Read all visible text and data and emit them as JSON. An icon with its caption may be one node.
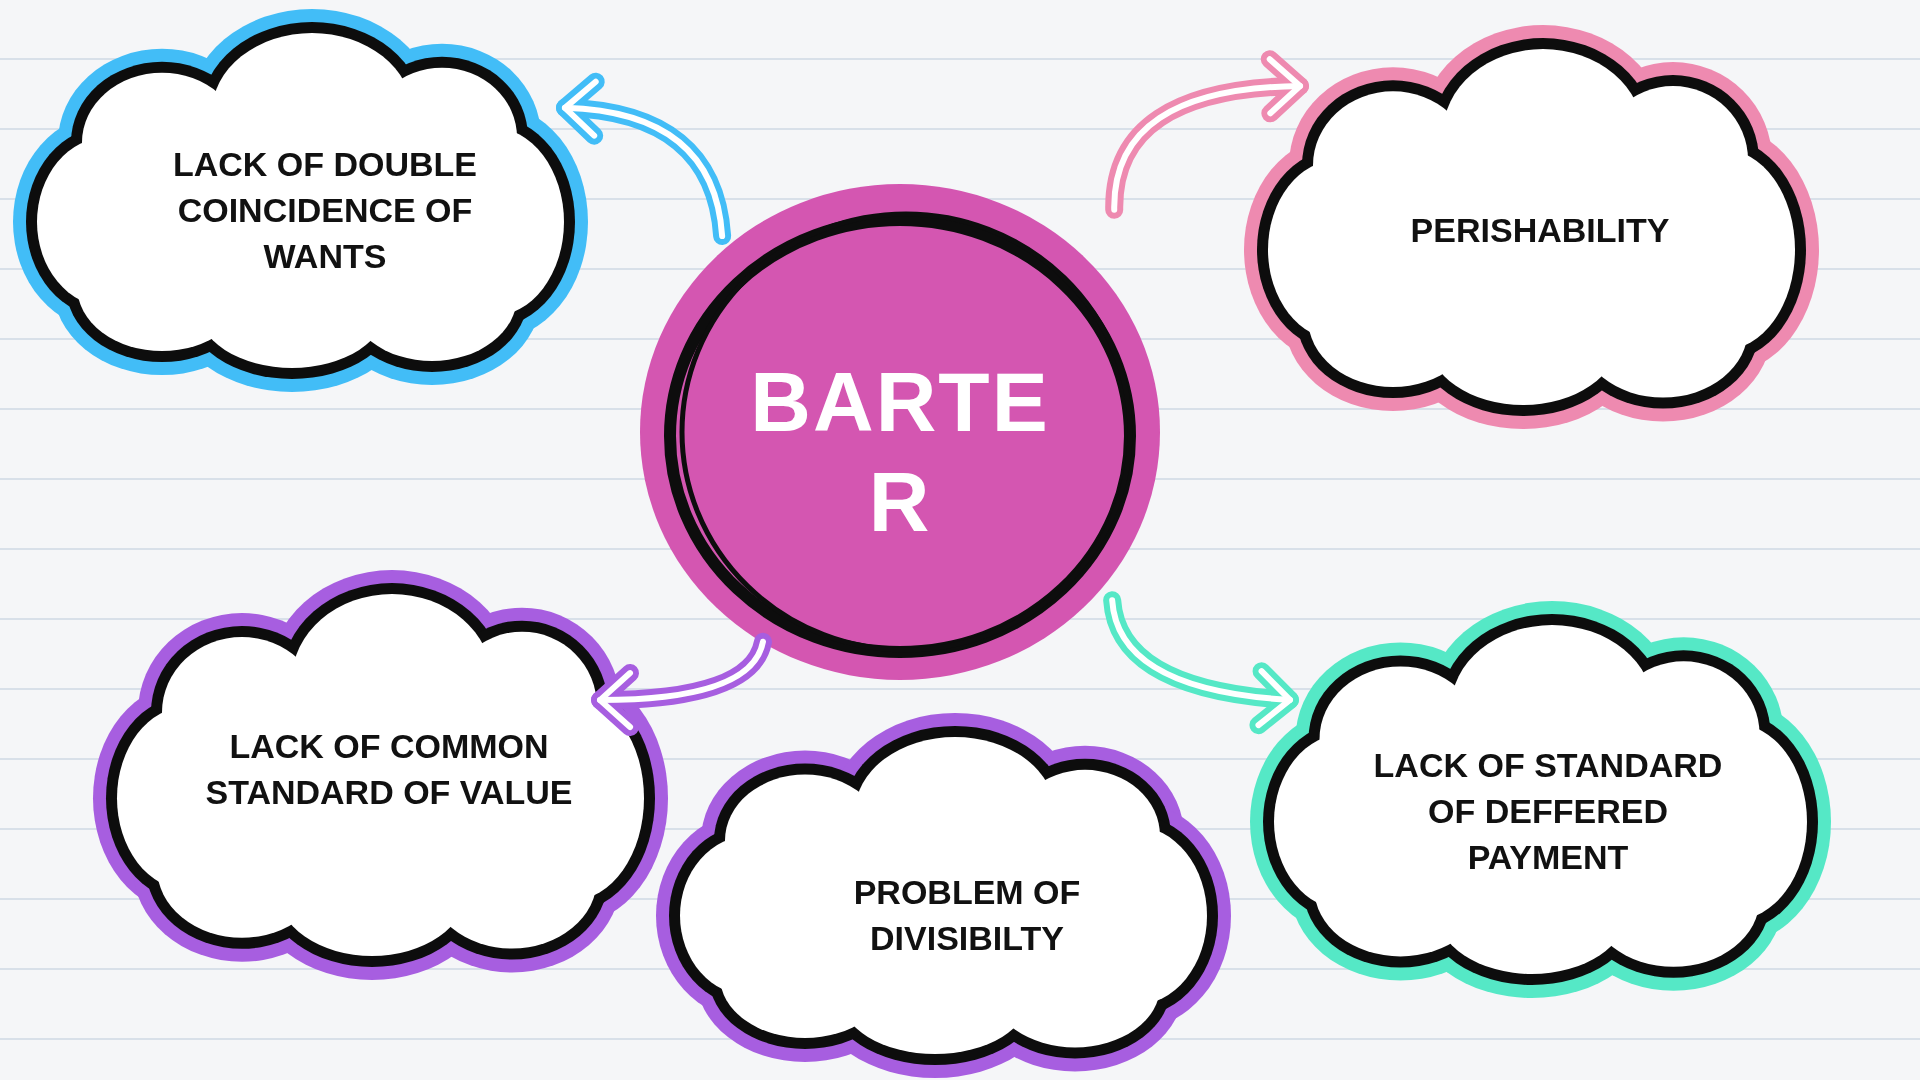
{
  "diagram": {
    "nodes": [
      {
        "text": [
          "BARTE R"
        ]
      },
      {
        "text": [
          "LACK OF DOUBLE COINCIDENCE OF WANTS"
        ]
      },
      {
        "text": [
          "PERISHABILITY"
        ]
      },
      {
        "text": [
          "LACK OF COMMON STANDARD OF VALUE"
        ]
      },
      {
        "text": [
          "PROBLEM OF DIVISIBILTY"
        ]
      },
      {
        "text": [
          "LACK OF STANDARD OF DEFFERED PAYMENT"
        ]
      }
    ],
    "edges": [
      {
        "from": 0,
        "to": 1,
        "arrow": "to",
        "color": "#42bdf7"
      },
      {
        "from": 0,
        "to": 2,
        "arrow": "to",
        "color": "#ee8ab0"
      },
      {
        "from": 0,
        "to": 3,
        "arrow": "to",
        "color": "#a75ee0"
      },
      {
        "from": 0,
        "to": 5,
        "arrow": "to",
        "color": "#55e8c6"
      }
    ]
  }
}
